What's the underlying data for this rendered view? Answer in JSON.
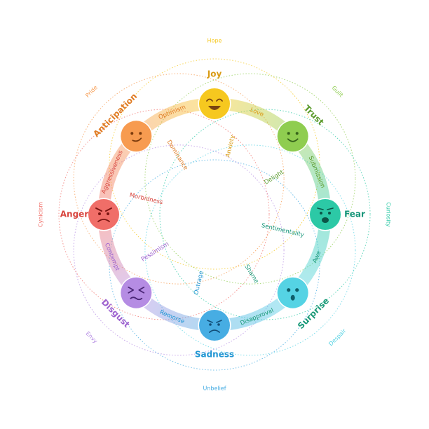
{
  "emotions": [
    {
      "id": "joy",
      "label": "Joy",
      "color": "#f6c81f",
      "label_color": "#d99b14",
      "face": "happy",
      "icon": "happy-face-icon"
    },
    {
      "id": "trust",
      "label": "Trust",
      "color": "#8fcd50",
      "label_color": "#5b9a2c",
      "face": "smile",
      "icon": "smile-face-icon"
    },
    {
      "id": "fear",
      "label": "Fear",
      "color": "#2cc9a6",
      "label_color": "#149478",
      "face": "scared",
      "icon": "scared-face-icon"
    },
    {
      "id": "surprise",
      "label": "Surprise",
      "color": "#55d3e4",
      "label_color": "#1b9a78",
      "face": "surprised",
      "icon": "surprised-face-icon"
    },
    {
      "id": "sadness",
      "label": "Sadness",
      "color": "#47ade3",
      "label_color": "#2196d3",
      "face": "sad",
      "icon": "sad-face-icon"
    },
    {
      "id": "disgust",
      "label": "Disgust",
      "color": "#b58ce3",
      "label_color": "#9d62cf",
      "face": "disgusted",
      "icon": "disgusted-face-icon"
    },
    {
      "id": "anger",
      "label": "Anger",
      "color": "#f06e68",
      "label_color": "#d8453e",
      "face": "angry",
      "icon": "angry-face-icon"
    },
    {
      "id": "anticipation",
      "label": "Anticipation",
      "color": "#f79b50",
      "label_color": "#e07c24",
      "face": "smirk",
      "icon": "smirk-face-icon"
    }
  ],
  "primary_dyads": [
    "Love",
    "Submission",
    "Awe",
    "Disapproval",
    "Remorse",
    "Contempt",
    "Aggressiveness",
    "Optimism"
  ],
  "secondary_dyads": [
    "Guilt",
    "Curiosity",
    "Despair",
    "Unbelief",
    "Envy",
    "Cynicism",
    "Pride",
    "Hope"
  ],
  "inner_labels": [
    "Dominance",
    "Anxiety",
    "Delight",
    "Sentimentality",
    "Shame",
    "Outrage",
    "Pessimism",
    "Morbidness"
  ]
}
